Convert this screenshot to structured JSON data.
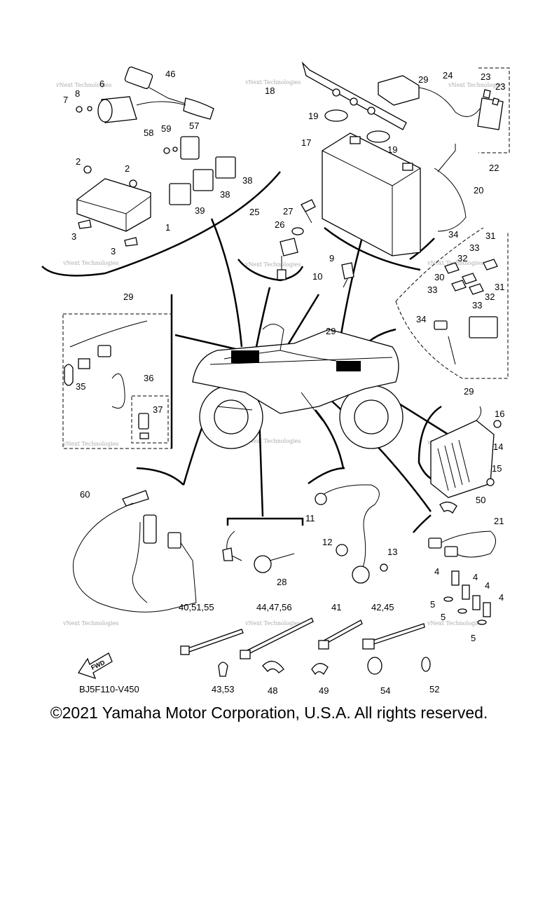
{
  "diagram": {
    "callouts": [
      {
        "id": "c46",
        "text": "46"
      },
      {
        "id": "c6",
        "text": "6"
      },
      {
        "id": "c7",
        "text": "7"
      },
      {
        "id": "c8",
        "text": "8"
      },
      {
        "id": "c58",
        "text": "58"
      },
      {
        "id": "c59",
        "text": "59"
      },
      {
        "id": "c57",
        "text": "57"
      },
      {
        "id": "c2a",
        "text": "2"
      },
      {
        "id": "c2b",
        "text": "2"
      },
      {
        "id": "c38a",
        "text": "38"
      },
      {
        "id": "c38b",
        "text": "38"
      },
      {
        "id": "c39",
        "text": "39"
      },
      {
        "id": "c1",
        "text": "1"
      },
      {
        "id": "c3a",
        "text": "3"
      },
      {
        "id": "c3b",
        "text": "3"
      },
      {
        "id": "c18",
        "text": "18"
      },
      {
        "id": "c29a",
        "text": "29"
      },
      {
        "id": "c24",
        "text": "24"
      },
      {
        "id": "c23a",
        "text": "23"
      },
      {
        "id": "c23b",
        "text": "23"
      },
      {
        "id": "c19a",
        "text": "19"
      },
      {
        "id": "c19b",
        "text": "19"
      },
      {
        "id": "c17",
        "text": "17"
      },
      {
        "id": "c22",
        "text": "22"
      },
      {
        "id": "c20",
        "text": "20"
      },
      {
        "id": "c25",
        "text": "25"
      },
      {
        "id": "c27",
        "text": "27"
      },
      {
        "id": "c26",
        "text": "26"
      },
      {
        "id": "c34a",
        "text": "34"
      },
      {
        "id": "c31a",
        "text": "31"
      },
      {
        "id": "c33a",
        "text": "33"
      },
      {
        "id": "c32a",
        "text": "32"
      },
      {
        "id": "c30",
        "text": "30"
      },
      {
        "id": "c31b",
        "text": "31"
      },
      {
        "id": "c33b",
        "text": "33"
      },
      {
        "id": "c32b",
        "text": "32"
      },
      {
        "id": "c33c",
        "text": "33"
      },
      {
        "id": "c9",
        "text": "9"
      },
      {
        "id": "c10",
        "text": "10"
      },
      {
        "id": "c29b",
        "text": "29"
      },
      {
        "id": "c35",
        "text": "35"
      },
      {
        "id": "c36",
        "text": "36"
      },
      {
        "id": "c37",
        "text": "37"
      },
      {
        "id": "c29c",
        "text": "29"
      },
      {
        "id": "c34b",
        "text": "34"
      },
      {
        "id": "c29d",
        "text": "29"
      },
      {
        "id": "c16",
        "text": "16"
      },
      {
        "id": "c14",
        "text": "14"
      },
      {
        "id": "c15",
        "text": "15"
      },
      {
        "id": "c60",
        "text": "60"
      },
      {
        "id": "c11",
        "text": "11"
      },
      {
        "id": "c12",
        "text": "12"
      },
      {
        "id": "c13",
        "text": "13"
      },
      {
        "id": "c50",
        "text": "50"
      },
      {
        "id": "c21",
        "text": "21"
      },
      {
        "id": "c4a",
        "text": "4"
      },
      {
        "id": "c4b",
        "text": "4"
      },
      {
        "id": "c4c",
        "text": "4"
      },
      {
        "id": "c4d",
        "text": "4"
      },
      {
        "id": "c5a",
        "text": "5"
      },
      {
        "id": "c5b",
        "text": "5"
      },
      {
        "id": "c5c",
        "text": "5"
      },
      {
        "id": "c28",
        "text": "28"
      },
      {
        "id": "c405155",
        "text": "40,51,55"
      },
      {
        "id": "c444756",
        "text": "44,47,56"
      },
      {
        "id": "c41",
        "text": "41"
      },
      {
        "id": "c4245",
        "text": "42,45"
      },
      {
        "id": "c4353",
        "text": "43,53"
      },
      {
        "id": "c48b",
        "text": "48"
      },
      {
        "id": "c49",
        "text": "49"
      },
      {
        "id": "c54",
        "text": "54"
      },
      {
        "id": "c52",
        "text": "52"
      }
    ],
    "watermark": "vNext Technologies",
    "fwd_label": "FWD",
    "diagram_code": "BJ5F110-V450"
  },
  "footer": {
    "copyright": "©2021 Yamaha Motor Corporation, U.S.A. All rights reserved."
  }
}
